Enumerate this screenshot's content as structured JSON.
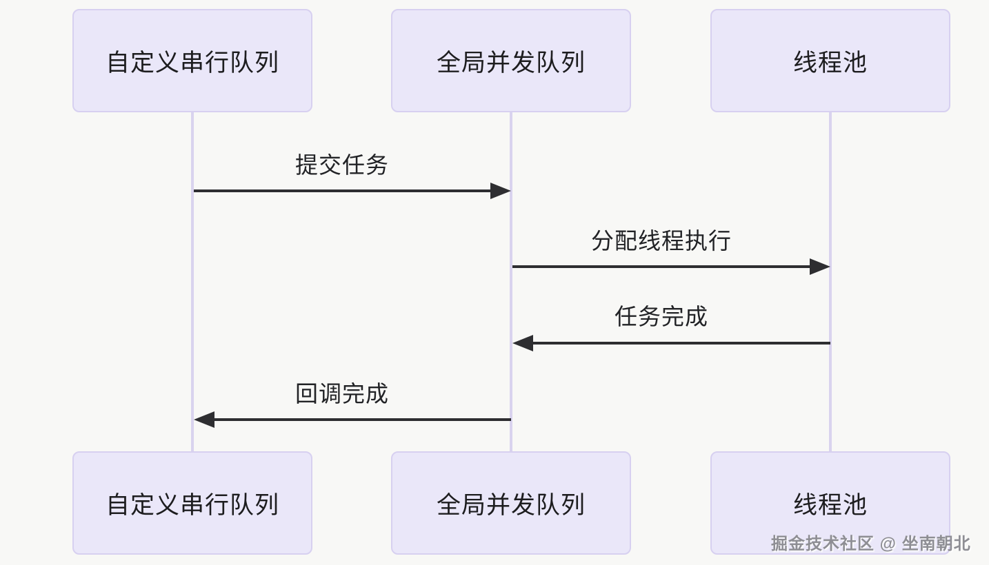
{
  "diagram": {
    "type": "sequence-diagram",
    "actors": [
      {
        "id": "custom-serial-queue",
        "label": "自定义串行队列"
      },
      {
        "id": "global-concurrent-queue",
        "label": "全局并发队列"
      },
      {
        "id": "thread-pool",
        "label": "线程池"
      }
    ],
    "messages": [
      {
        "label": "提交任务",
        "from": "自定义串行队列",
        "to": "全局并发队列",
        "direction": "right"
      },
      {
        "label": "分配线程执行",
        "from": "全局并发队列",
        "to": "线程池",
        "direction": "right"
      },
      {
        "label": "任务完成",
        "from": "线程池",
        "to": "全局并发队列",
        "direction": "left"
      },
      {
        "label": "回调完成",
        "from": "全局并发队列",
        "to": "自定义串行队列",
        "direction": "left"
      }
    ],
    "watermark": "掘金技术社区 @ 坐南朝北",
    "colors": {
      "background": "#f8f8f6",
      "actor_fill": "#eae7f9",
      "actor_border": "#d7d0f0",
      "lifeline": "#d9d3ee",
      "arrow": "#2e2e31",
      "text": "#1d1d1f",
      "watermark": "#8e8e94"
    }
  }
}
